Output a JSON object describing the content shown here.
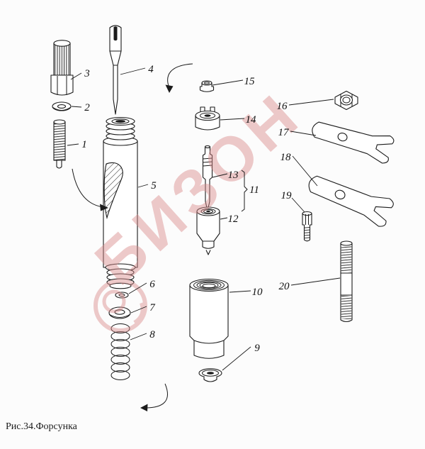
{
  "figure": {
    "caption": "Рис.34.Форсунка",
    "watermark_text": "БИЗОН",
    "watermark_color": "#d98a8a",
    "line_color": "#1b1b1b",
    "background": "#fcfcfc"
  },
  "parts": [
    {
      "label": "1"
    },
    {
      "label": "2"
    },
    {
      "label": "3"
    },
    {
      "label": "4"
    },
    {
      "label": "5"
    },
    {
      "label": "6"
    },
    {
      "label": "7"
    },
    {
      "label": "8"
    },
    {
      "label": "9"
    },
    {
      "label": "10"
    },
    {
      "label": "11"
    },
    {
      "label": "12"
    },
    {
      "label": "13"
    },
    {
      "label": "14"
    },
    {
      "label": "15"
    },
    {
      "label": "16"
    },
    {
      "label": "17"
    },
    {
      "label": "18"
    },
    {
      "label": "19"
    },
    {
      "label": "20"
    }
  ]
}
